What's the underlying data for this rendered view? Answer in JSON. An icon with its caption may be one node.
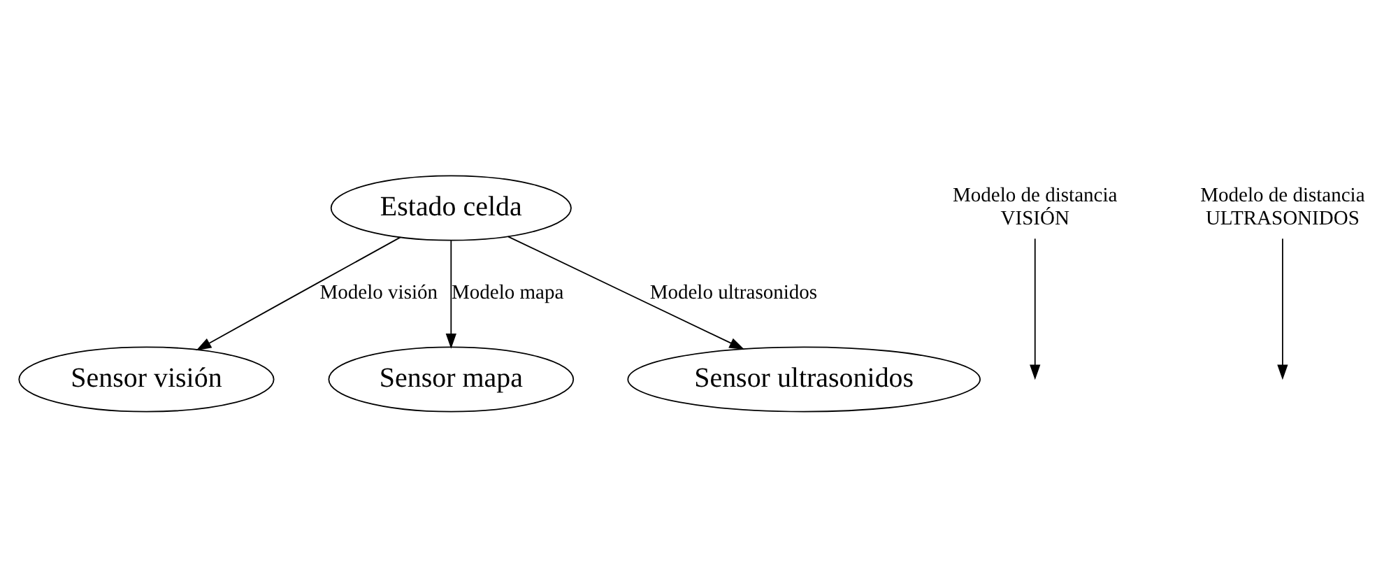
{
  "diagram": {
    "nodes": [
      {
        "text": [
          "Estado celda"
        ]
      },
      {
        "text": [
          "Sensor visión"
        ]
      },
      {
        "text": [
          "Sensor mapa"
        ]
      },
      {
        "text": [
          "Sensor ultrasonidos"
        ]
      },
      {
        "text": [
          "Modelo de distancia",
          "VISIÓN"
        ]
      },
      {
        "text": [
          "Modelo de distancia",
          "ULTRASONIDOS"
        ]
      }
    ],
    "edges": [
      {
        "from": 0,
        "to": 1,
        "arrow": "to",
        "label": "Modelo visión"
      },
      {
        "from": 0,
        "to": 2,
        "arrow": "to",
        "label": "Modelo mapa"
      },
      {
        "from": 0,
        "to": 3,
        "arrow": "to",
        "label": "Modelo ultrasonidos"
      },
      {
        "from": 4,
        "to": null,
        "arrow": "to"
      },
      {
        "from": 5,
        "to": null,
        "arrow": "to"
      }
    ]
  }
}
